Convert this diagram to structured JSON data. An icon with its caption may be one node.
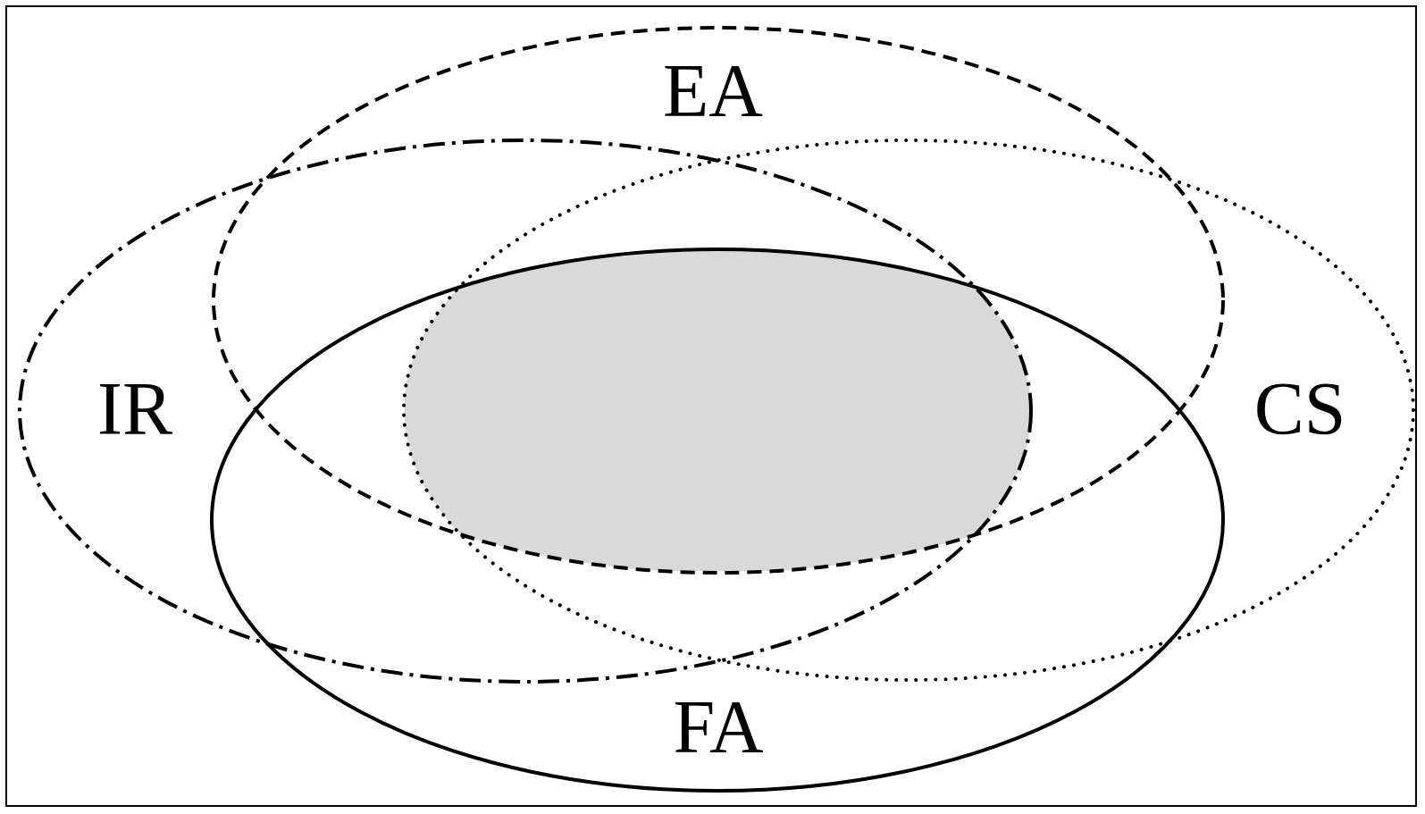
{
  "diagram": {
    "nodes": [
      {
        "text": [
          "EA"
        ]
      },
      {
        "text": [
          "IR"
        ]
      },
      {
        "text": [
          "CS"
        ]
      },
      {
        "text": [
          "FA"
        ]
      },
      {
        "text": [],
        "shape": "ellipse"
      }
    ],
    "edges": []
  }
}
